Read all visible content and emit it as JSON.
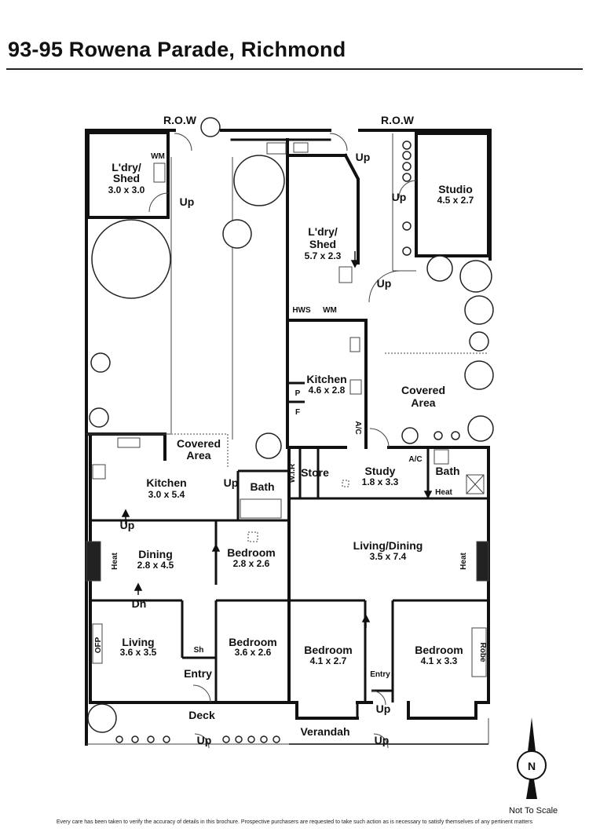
{
  "title": "93-95 Rowena Parade, Richmond",
  "labels": {
    "row_left": "R.O.W",
    "row_right": "R.O.W",
    "ldry_shed_1": "L'dry/",
    "ldry_shed_1b": "Shed",
    "ldry_shed_1_dim": "3.0 x 3.0",
    "wm_1": "WM",
    "up_1": "Up",
    "ldry_shed_2": "L'dry/",
    "ldry_shed_2b": "Shed",
    "ldry_shed_2_dim": "5.7 x 2.3",
    "hws": "HWS",
    "wm_2": "WM",
    "up_2": "Up",
    "up_3": "Up",
    "up_4": "Up",
    "studio": "Studio",
    "studio_dim": "4.5 x 2.7",
    "kitchen_r": "Kitchen",
    "kitchen_r_dim": "4.6 x 2.8",
    "p": "P",
    "f": "F",
    "ac_1": "A/C",
    "covered_area_r": "Covered",
    "covered_area_r2": "Area",
    "covered_area_l": "Covered",
    "covered_area_l2": "Area",
    "kitchen_l": "Kitchen",
    "kitchen_l_dim": "3.0 x 5.4",
    "up_5": "Up",
    "bath_l": "Bath",
    "wir": "W.I.R",
    "store": "Store",
    "study": "Study",
    "study_dim": "1.8 x 3.3",
    "ac_2": "A/C",
    "bath_r": "Bath",
    "heat_1": "Heat",
    "up_6": "Up",
    "dining": "Dining",
    "dining_dim": "2.8 x 4.5",
    "heat_2": "Heat",
    "bedroom_1": "Bedroom",
    "bedroom_1_dim": "2.8 x 2.6",
    "living_dining": "Living/Dining",
    "living_dining_dim": "3.5 x 7.4",
    "heat_3": "Heat",
    "dn": "Dn",
    "living": "Living",
    "living_dim": "3.6 x 3.5",
    "ofp": "OFP",
    "sh": "Sh",
    "bedroom_2": "Bedroom",
    "bedroom_2_dim": "3.6 x 2.6",
    "entry_l": "Entry",
    "bedroom_3": "Bedroom",
    "bedroom_3_dim": "4.1 x 2.7",
    "bedroom_4": "Bedroom",
    "bedroom_4_dim": "4.1 x 3.3",
    "robe": "Robe",
    "entry_r": "Entry",
    "up_7": "Up",
    "deck": "Deck",
    "up_8": "Up",
    "verandah": "Verandah",
    "up_9": "Up",
    "north": "N"
  },
  "not_to_scale": "Not To Scale",
  "disclaimer": "Every care has been taken to verify the accuracy of details in this brochure. Prospective purchasers are requested to take such action as is necessary to satisfy themselves of any pertinent matters"
}
